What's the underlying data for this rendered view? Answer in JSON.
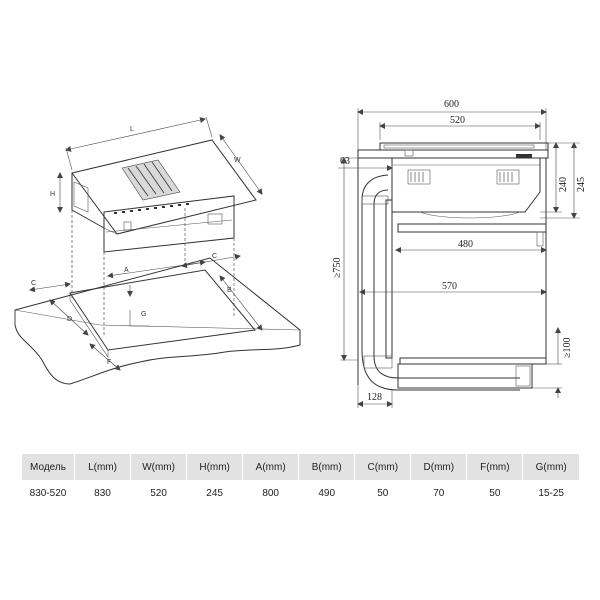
{
  "left_view": {
    "labels": {
      "L": "L",
      "W": "W",
      "H": "H",
      "A": "A",
      "B": "B",
      "C": "C",
      "D": "D",
      "F": "F",
      "G": "G"
    }
  },
  "right_view": {
    "dims": {
      "d600": "600",
      "d520": "520",
      "d63": "63",
      "d240": "240",
      "d245": "245",
      "d750": "≥750",
      "d480": "480",
      "d570": "570",
      "d100": "≥100",
      "d128": "128"
    }
  },
  "spec_table": {
    "headers": [
      "Модель",
      "L(mm)",
      "W(mm)",
      "H(mm)",
      "A(mm)",
      "B(mm)",
      "C(mm)",
      "D(mm)",
      "F(mm)",
      "G(mm)"
    ],
    "rows": [
      [
        "830-520",
        "830",
        "520",
        "245",
        "800",
        "490",
        "50",
        "70",
        "50",
        "15-25"
      ]
    ]
  }
}
